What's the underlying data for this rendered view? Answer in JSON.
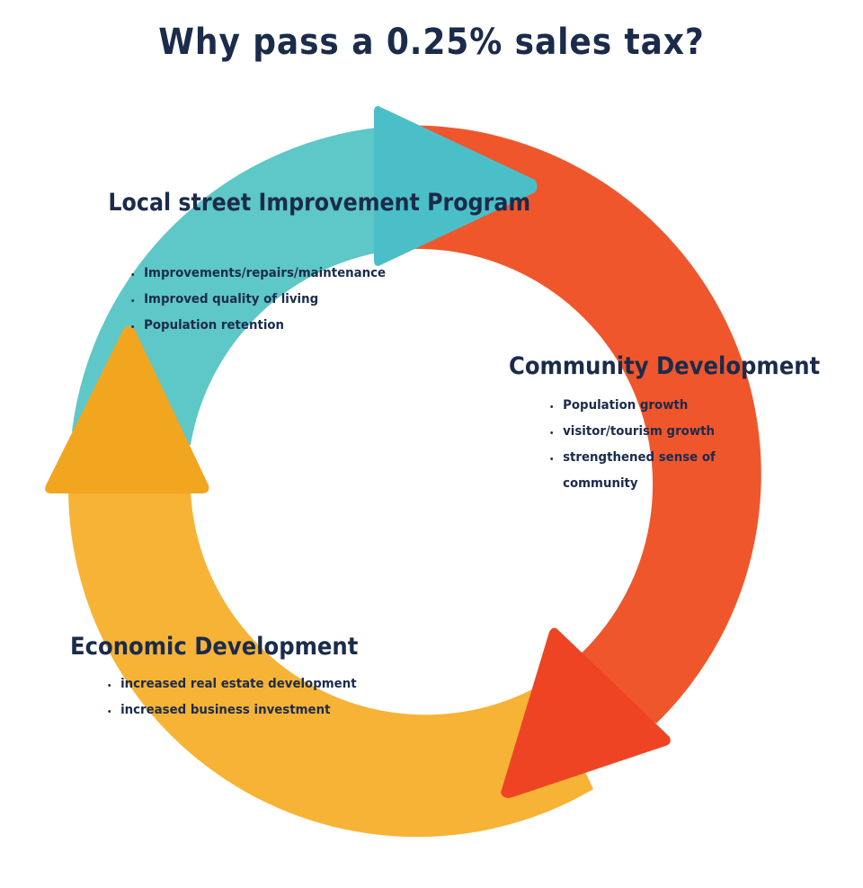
{
  "title": "Why pass a 0.25% sales tax?",
  "colors": {
    "teal": "#5ec7c7",
    "teal_arrow": "#4bbfc8",
    "red_orange": "#f0562c",
    "red_arrow": "#ee4424",
    "yellow": "#f6b335",
    "yellow_arrow": "#f2a51e",
    "text": "#1b2b4b"
  },
  "sections": {
    "street": {
      "heading": "Local street Improvement Program",
      "bullets": [
        "Improvements/repairs/maintenance",
        "Improved quality of living",
        "Population retention"
      ]
    },
    "community": {
      "heading": "Community Development",
      "bullets": [
        "Population growth",
        "visitor/tourism growth",
        "strengthened sense of community"
      ]
    },
    "economic": {
      "heading": "Economic Development",
      "bullets": [
        "increased real estate development",
        "increased business investment"
      ]
    }
  }
}
